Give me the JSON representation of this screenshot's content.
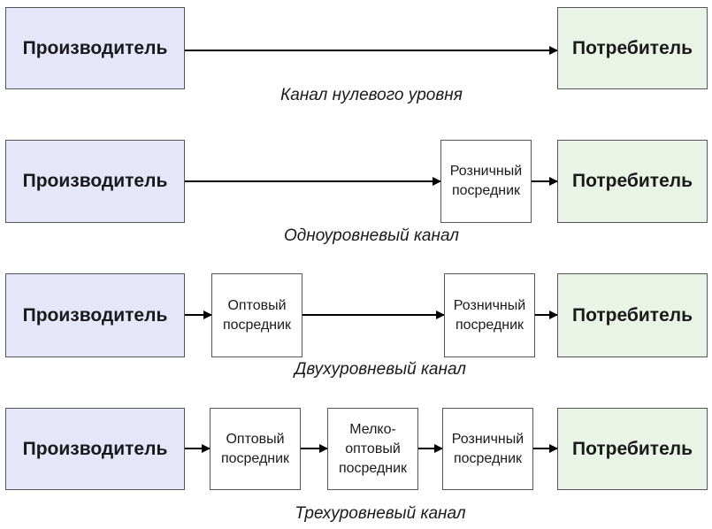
{
  "labels": {
    "producer": "Производитель",
    "consumer": "Потребитель",
    "retail": "Розничный\nпосредник",
    "wholesale": "Оптовый\nпосредник",
    "small_wholesale": "Мелко-\nоптовый\nпосредник"
  },
  "channels": [
    {
      "caption": "Канал нулевого уровня"
    },
    {
      "caption": "Одноуровневый канал"
    },
    {
      "caption": "Двухуровневый канал"
    },
    {
      "caption": "Трехуровневый канал"
    }
  ],
  "colors": {
    "producer_fill": "#e6e6fa",
    "consumer_fill": "#e9f4e6",
    "intermediary_fill": "#ffffff",
    "border": "#555555",
    "arrow": "#000000"
  }
}
